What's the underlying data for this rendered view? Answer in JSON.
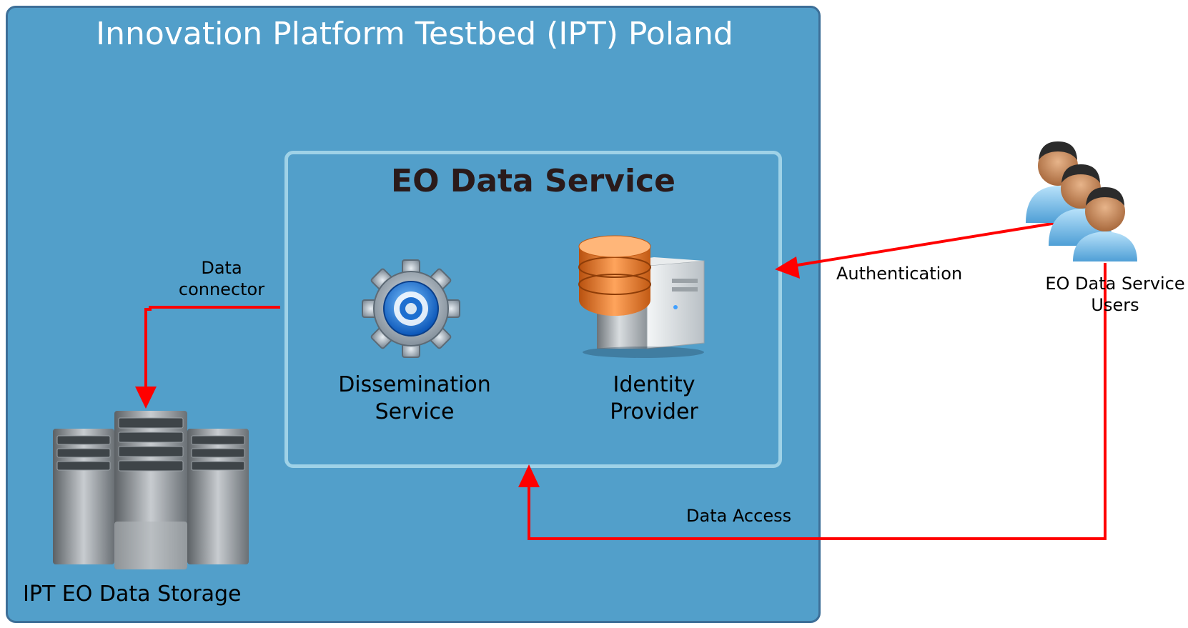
{
  "platform": {
    "title": "Innovation Platform Testbed (IPT) Poland"
  },
  "eo_service": {
    "title": "EO Data Service"
  },
  "components": {
    "dissemination": {
      "label_line1": "Dissemination",
      "label_line2": "Service",
      "icon": "gear-icon"
    },
    "identity": {
      "label_line1": "Identity",
      "label_line2": "Provider",
      "icon": "database-server-icon"
    }
  },
  "storage": {
    "label": "IPT EO Data Storage",
    "icon": "server-rack-icon"
  },
  "users": {
    "label_line1": "EO Data Service",
    "label_line2": "Users",
    "icon": "users-group-icon"
  },
  "connections": {
    "data_connector": {
      "label_line1": "Data",
      "label_line2": "connector"
    },
    "authentication": {
      "label": "Authentication"
    },
    "data_access": {
      "label": "Data Access"
    }
  },
  "colors": {
    "outer_fill": "#529fca",
    "outer_border": "#3d6f98",
    "inner_border": "#9fd2e7",
    "arrow": "#ff0000"
  }
}
